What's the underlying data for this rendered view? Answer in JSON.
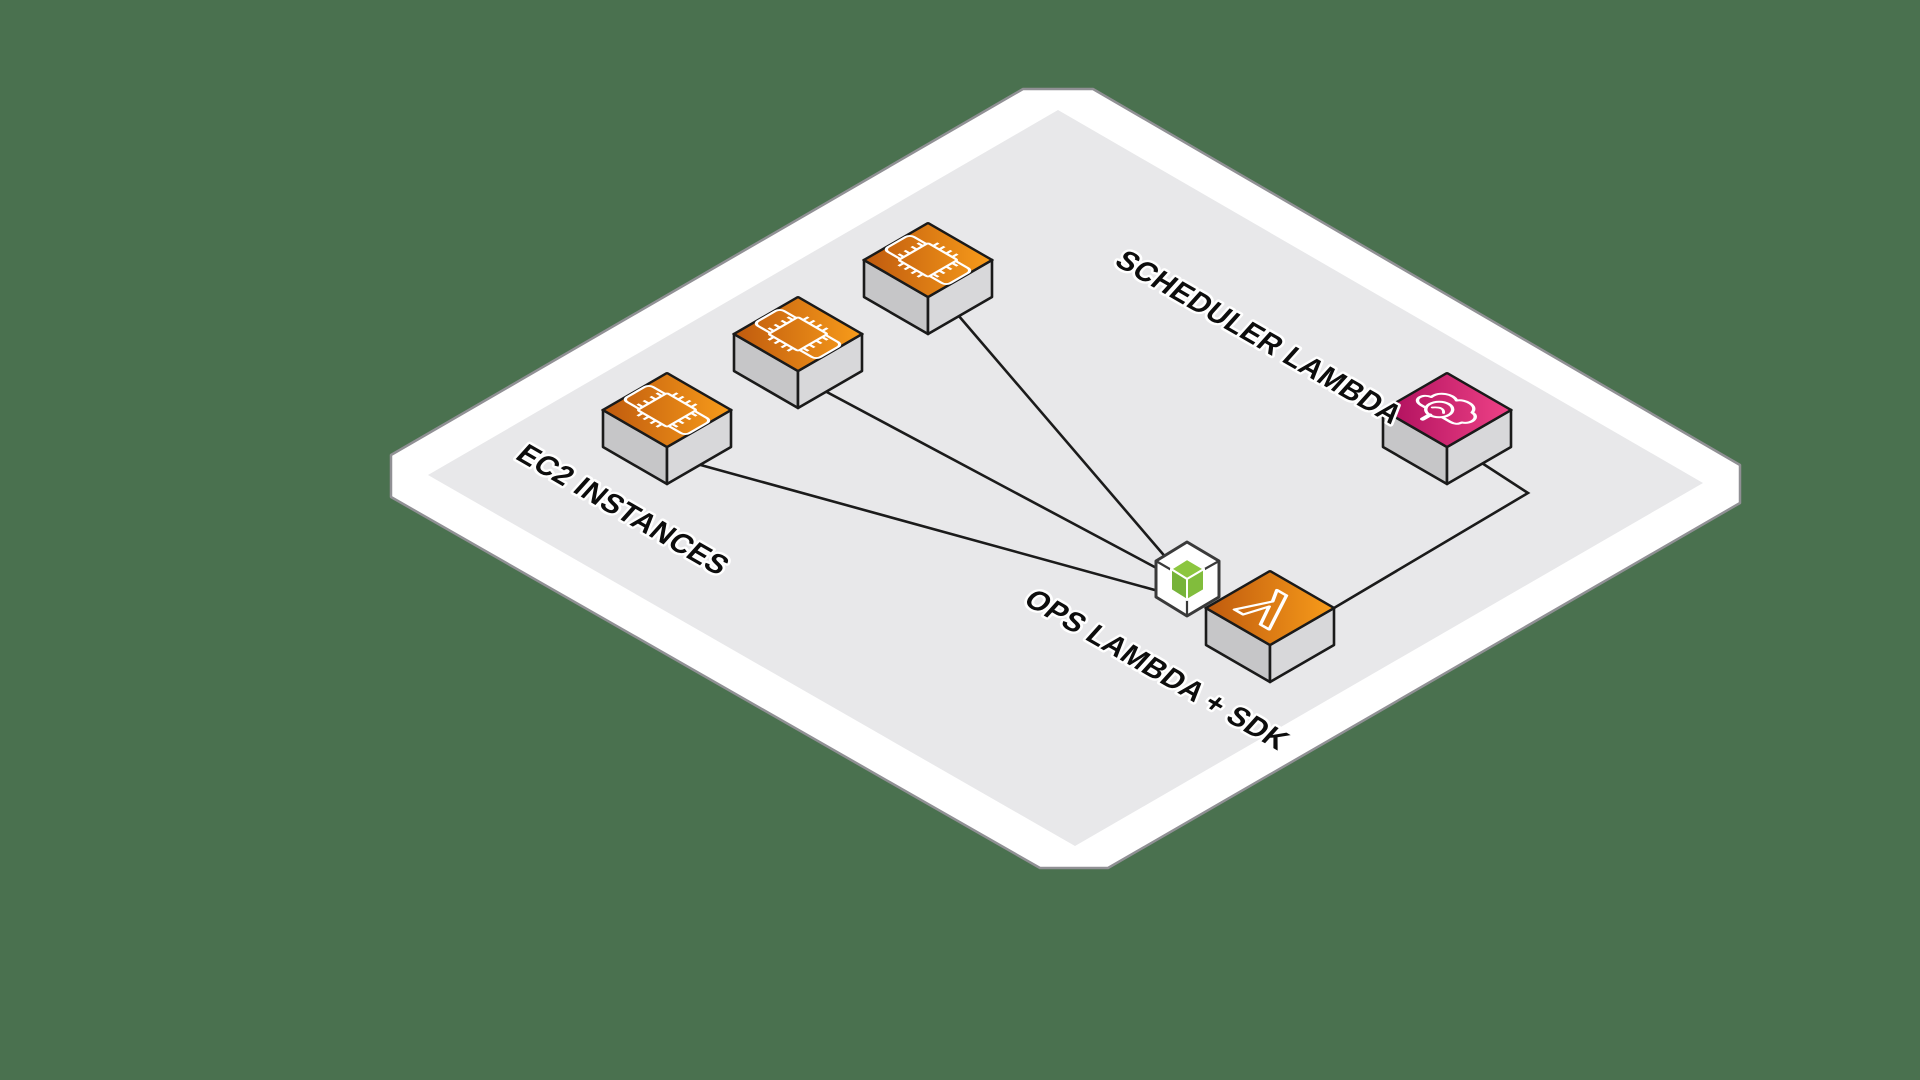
{
  "diagram": {
    "background_color": "#4a714f",
    "platform": {
      "border_color": "#ffffff",
      "surface_color": "#e8e8ea",
      "shadow_color": "#909094"
    },
    "colors": {
      "ec2_orange_dark": "#bf5a0e",
      "ec2_orange_light": "#f89c1a",
      "scheduler_pink_dark": "#ad0e5c",
      "scheduler_pink_light": "#ef4287",
      "sdk_green": "#7cbb3c",
      "cube_left_face": "#c6c6c8",
      "cube_right_face": "#d8d8da",
      "line_black": "#1b1b1b"
    },
    "labels": {
      "ec2_instances": "EC2 INSTANCES",
      "scheduler_lambda": "SCHEDULER LAMBDA",
      "ops_lambda_sdk": "OPS LAMBDA + SDK"
    },
    "nodes": [
      {
        "id": "ec2-instance-1",
        "icon": "ec2-chip-icon"
      },
      {
        "id": "ec2-instance-2",
        "icon": "ec2-chip-icon"
      },
      {
        "id": "ec2-instance-3",
        "icon": "ec2-chip-icon"
      },
      {
        "id": "scheduler-lambda",
        "icon": "cloud-search-icon"
      },
      {
        "id": "ops-lambda",
        "icon": "lambda-icon"
      },
      {
        "id": "sdk",
        "icon": "sdk-cube-icon"
      }
    ],
    "edges": [
      {
        "from": "ec2-instance-1",
        "to": "sdk"
      },
      {
        "from": "ec2-instance-2",
        "to": "sdk"
      },
      {
        "from": "ec2-instance-3",
        "to": "sdk"
      },
      {
        "from": "scheduler-lambda",
        "to": "ops-lambda"
      }
    ]
  }
}
